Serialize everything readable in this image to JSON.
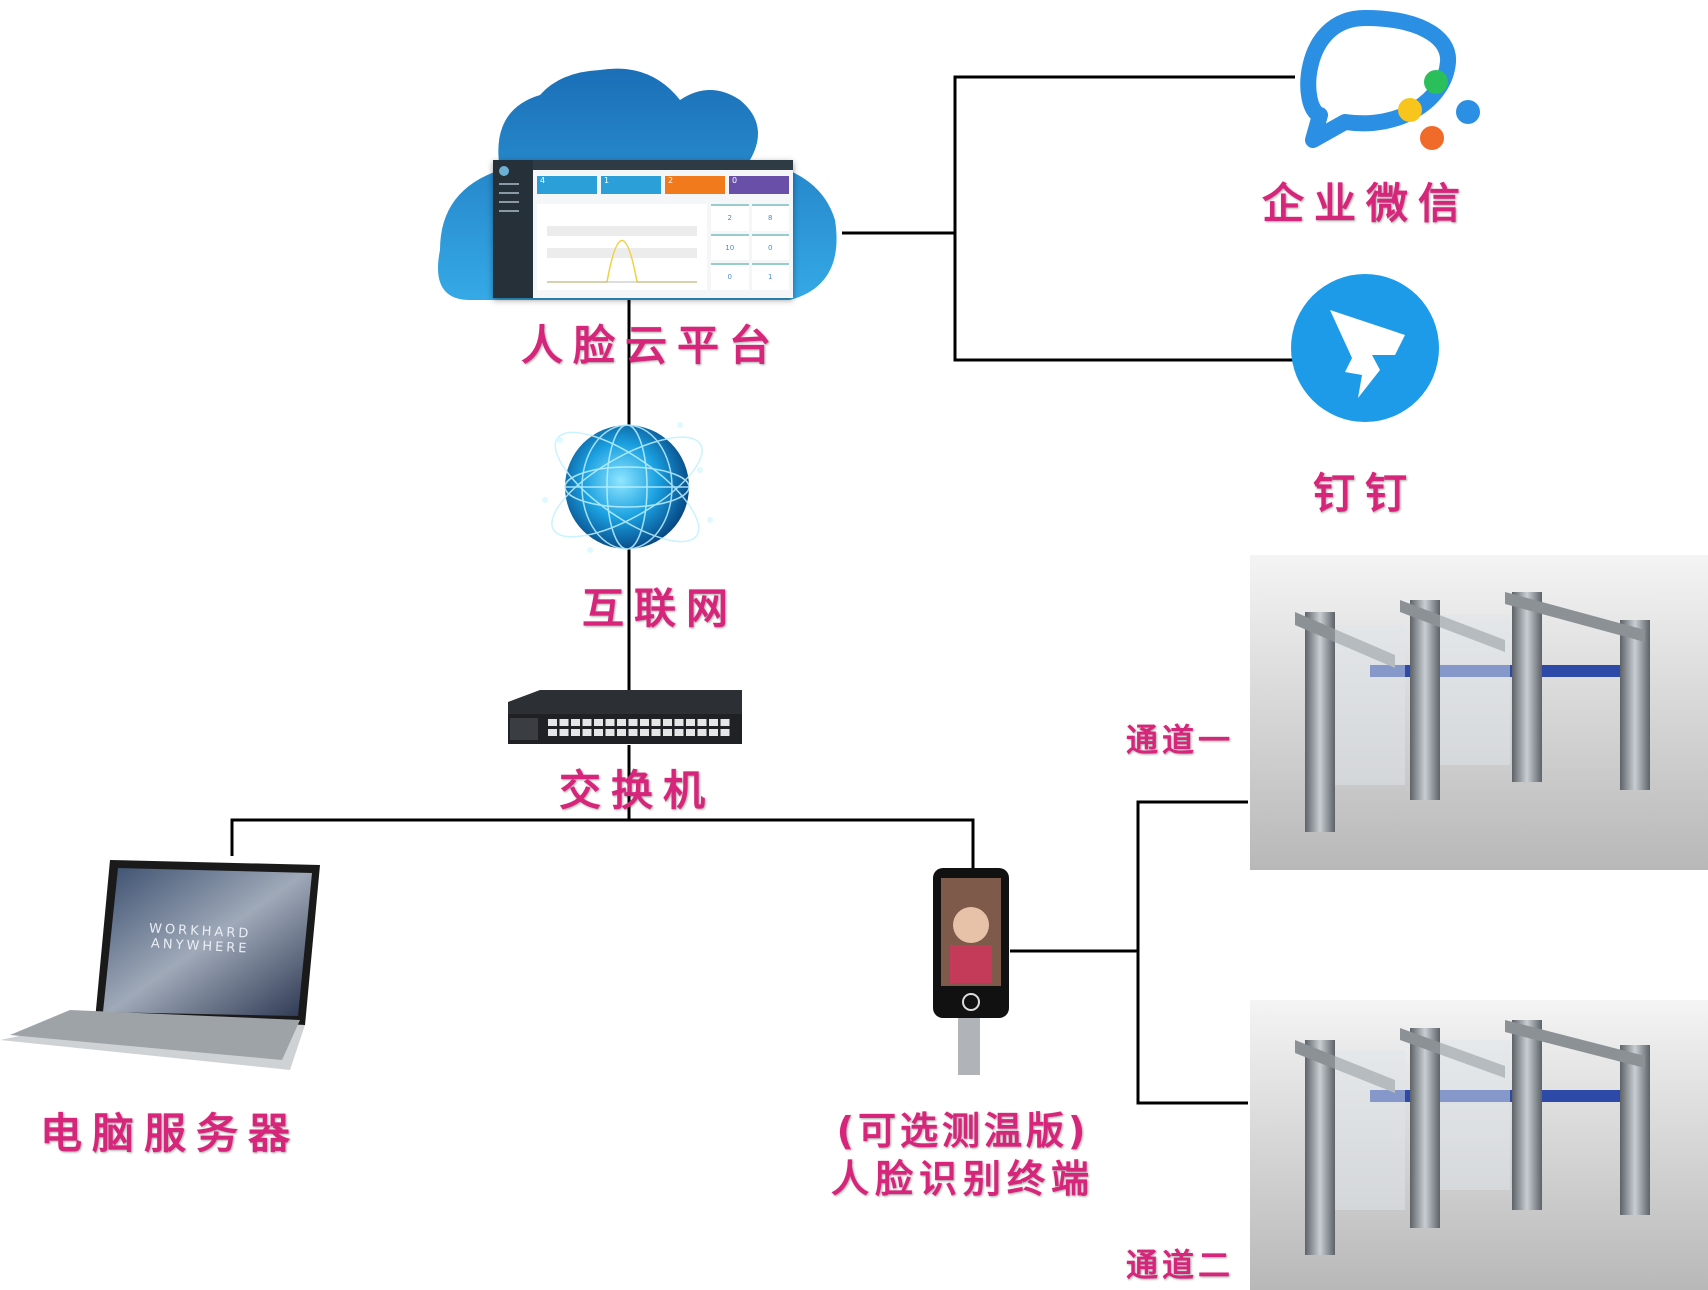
{
  "nodes": {
    "cloud": {
      "label": "人脸云平台"
    },
    "internet": {
      "label": "互联网"
    },
    "switch": {
      "label": "交换机"
    },
    "wechat_work": {
      "label": "企业微信"
    },
    "dingtalk": {
      "label": "钉钉"
    },
    "computer": {
      "label": "电脑服务器"
    },
    "terminal": {
      "label_line1": "(可选测温版)",
      "label_line2": "人脸识别终端"
    },
    "channel1": {
      "label": "通道一"
    },
    "channel2": {
      "label": "通道二"
    }
  },
  "dashboard": {
    "tiles": [
      {
        "value": "4",
        "color": "#2a9fd8"
      },
      {
        "value": "1",
        "color": "#2a9fd8"
      },
      {
        "value": "2",
        "color": "#f07a1c"
      },
      {
        "value": "0",
        "color": "#6a4fa8"
      }
    ],
    "stats": [
      "2",
      "8",
      "10",
      "0",
      "0",
      "1"
    ]
  },
  "colors": {
    "label": "#d6257a",
    "line": "#000000",
    "cloud": "#2a8fd0",
    "wechat_blue": "#2b8fe3",
    "dingtalk_blue": "#1e9be8"
  }
}
